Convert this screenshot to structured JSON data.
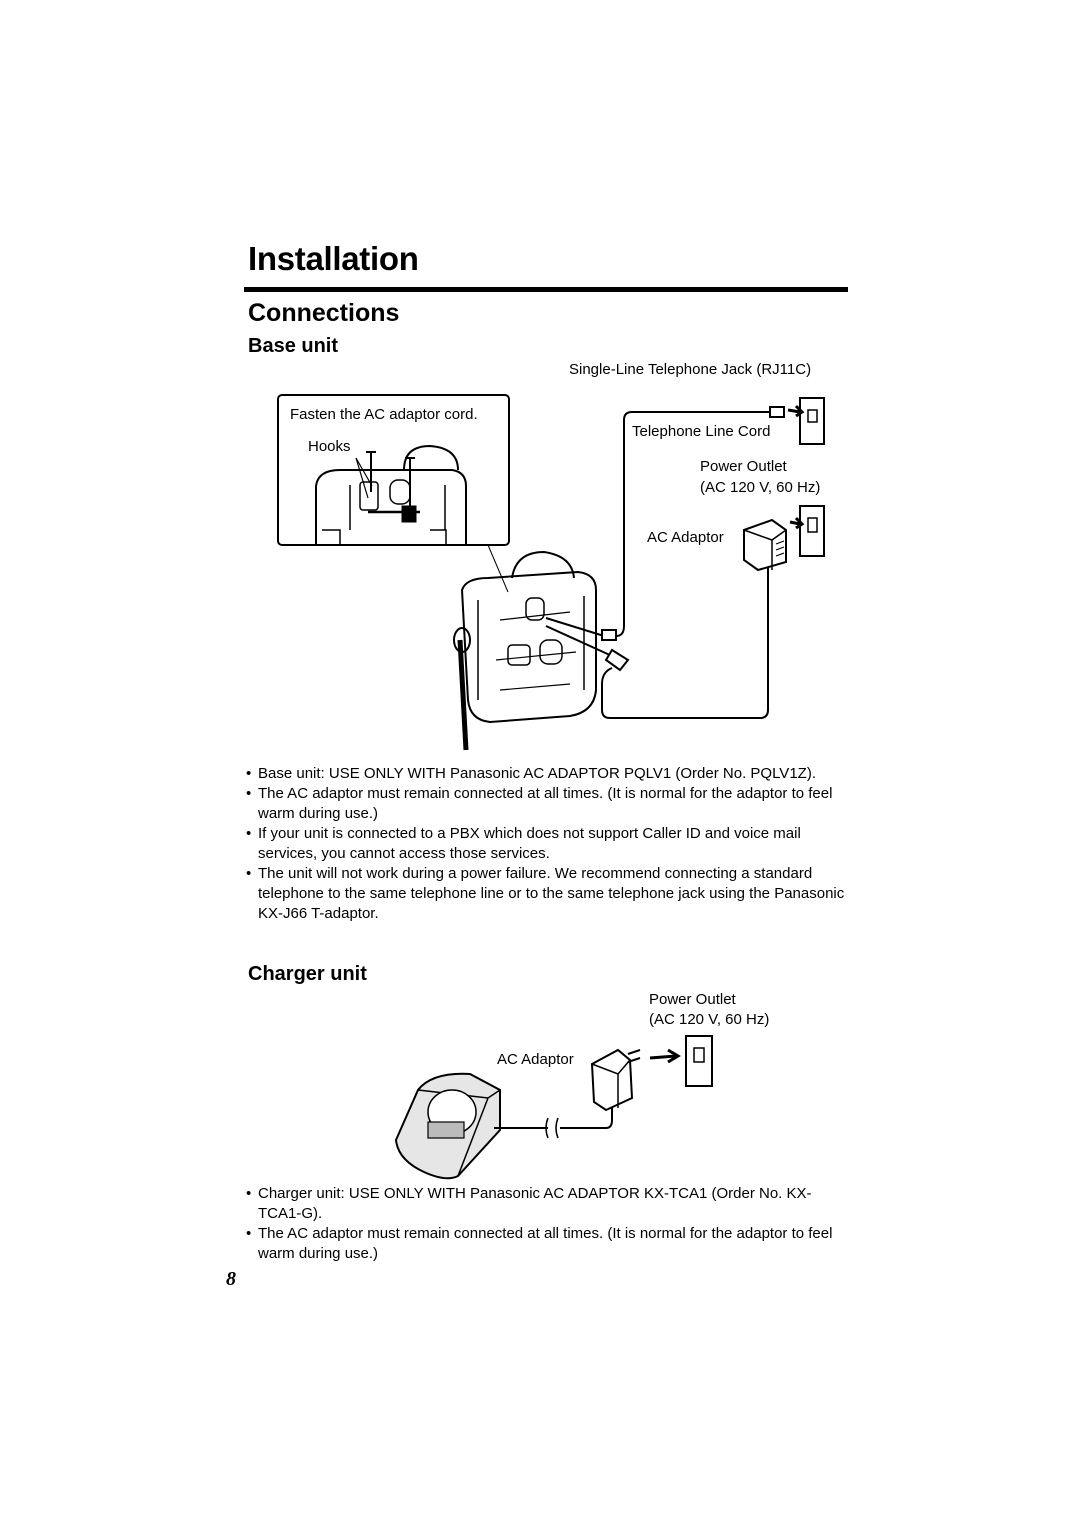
{
  "header": {
    "title": "Installation",
    "section": "Connections"
  },
  "base_unit": {
    "heading": "Base unit",
    "labels": {
      "jack": "Single-Line Telephone Jack (RJ11C)",
      "fasten": "Fasten the AC adaptor cord.",
      "hooks": "Hooks",
      "telephone_line_cord": "Telephone Line Cord",
      "power_outlet": "Power Outlet",
      "power_spec": "(AC 120 V, 60 Hz)",
      "ac_adaptor": "AC Adaptor"
    },
    "notes": [
      "Base unit: USE ONLY WITH Panasonic AC ADAPTOR PQLV1 (Order No. PQLV1Z).",
      "The AC adaptor must remain connected at all times. (It is normal for the adaptor to feel warm during use.)",
      "If your unit is connected to a PBX which does not support Caller ID and voice mail services, you cannot access those services.",
      "The unit will not work during a power failure. We recommend connecting a standard telephone to the same telephone line or to the same telephone jack using the Panasonic KX-J66 T-adaptor."
    ]
  },
  "charger_unit": {
    "heading": "Charger unit",
    "labels": {
      "power_outlet": "Power Outlet",
      "power_spec": "(AC 120 V, 60 Hz)",
      "ac_adaptor": "AC Adaptor"
    },
    "notes": [
      "Charger unit: USE ONLY WITH Panasonic AC ADAPTOR KX-TCA1 (Order No. KX-TCA1-G).",
      "The AC adaptor must remain connected at all times. (It is normal for the adaptor to feel warm during use.)"
    ]
  },
  "page_number": "8"
}
